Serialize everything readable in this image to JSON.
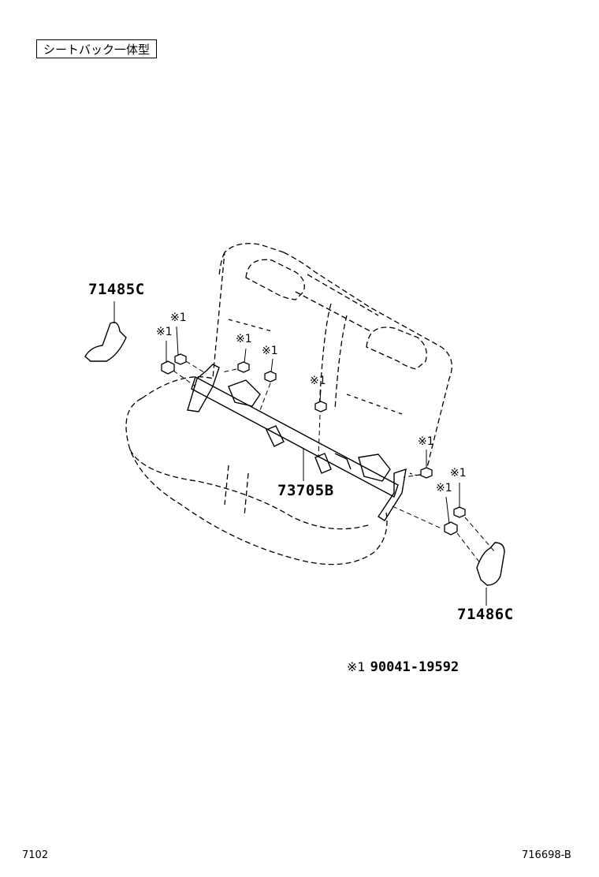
{
  "header": {
    "seat_type_label": "シートバック一体型"
  },
  "parts": {
    "left_cover": "71485C",
    "bracket_assy": "73705B",
    "right_cover": "71486C"
  },
  "bolt_ref_mark": "※1",
  "footnote": {
    "mark": "※1",
    "part_number": "90041-19592"
  },
  "footer": {
    "left_code": "7102",
    "right_code": "716698-B"
  }
}
